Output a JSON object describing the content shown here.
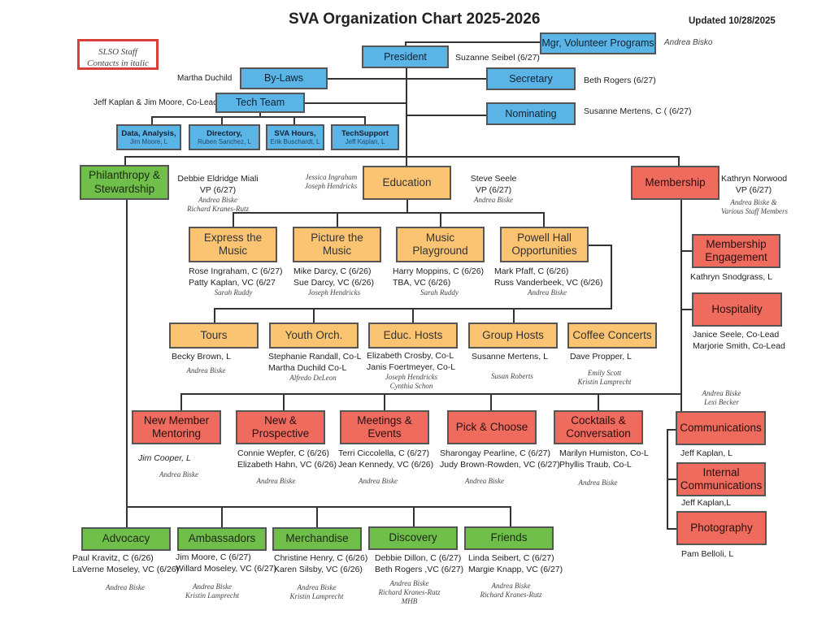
{
  "header": {
    "title": "SVA Organization Chart 2025-2026",
    "updated": "Updated 10/28/2025"
  },
  "legend": {
    "line1": "SLSO Staff",
    "line2": "Contacts in italic"
  },
  "colors": {
    "leadership": "#5ab4e6",
    "education": "#fbc473",
    "membership": "#ee6b5d",
    "philanthropy": "#6fbf4a",
    "legend_border": "#d9403a"
  },
  "leadership": {
    "president": {
      "label": "President",
      "person": "Suzanne Seibel (6/27)"
    },
    "mgr_volunteer": {
      "label": "Mgr, Volunteer Programs",
      "staff": "Andrea Bisko"
    },
    "bylaws": {
      "label": "By-Laws",
      "person": "Martha Duchild"
    },
    "secretary": {
      "label": "Secretary",
      "person": "Beth Rogers (6/27)"
    },
    "tech_team": {
      "label": "Tech Team",
      "person": "Jeff Kaplan & Jim Moore, Co-Leads"
    },
    "nominating": {
      "label": "Nominating",
      "person": "Susanne Mertens, C ( (6/27)"
    },
    "tech_subs": [
      {
        "label": "Data, Analysis,",
        "person": "Jim Moore, L"
      },
      {
        "label": "Directory,",
        "person": "Ruben Sanchez, L"
      },
      {
        "label": "SVA Hours,",
        "person": "Erik Buschardt, L"
      },
      {
        "label": "TechSupport",
        "person": "Jeff Kaplan, L"
      }
    ]
  },
  "philanthropy": {
    "label1": "Philanthropy &",
    "label2": "Stewardship",
    "person1": "Debbie Eldridge Miali",
    "person2": "VP (6/27)",
    "staff1": "Andrea Biske",
    "staff2": "Richard Kranes-Rutz",
    "committees": [
      {
        "label": "Advocacy",
        "people": [
          "Paul Kravitz, C (6/26)",
          "LaVerne Moseley, VC (6/26)"
        ],
        "staff": [
          "Andrea Biske"
        ]
      },
      {
        "label": "Ambassadors",
        "people": [
          "Jim Moore, C (6/27)",
          "Willard Moseley, VC (6/27)"
        ],
        "staff": [
          "Andrea Biske",
          "Kristin Lamprecht"
        ]
      },
      {
        "label": "Merchandise",
        "people": [
          "Christine Henry, C (6/26)",
          "Karen Silsby, VC (6/26)"
        ],
        "staff": [
          "Andrea Biske",
          "Kristin Lamprecht"
        ]
      },
      {
        "label": "Discovery",
        "people": [
          "Debbie Dillon, C (6/27)",
          "Beth Rogers ,VC (6/27)"
        ],
        "staff": [
          "Andrea Biske",
          "Richard Kranes-Rutz",
          "MHB"
        ]
      },
      {
        "label": "Friends",
        "people": [
          "Linda Seibert, C (6/27)",
          "Margie Knapp, VC (6/27)"
        ],
        "staff": [
          "Andrea Biske",
          "Richard Kranes-Rutz"
        ]
      }
    ]
  },
  "education": {
    "label": "Education",
    "staff_left1": "Jessica Ingraham",
    "staff_left2": "Joseph Hendricks",
    "person1": "Steve Seele",
    "person2": "VP (6/27)",
    "staff": "Andrea Biske",
    "programs": [
      {
        "label1": "Express the",
        "label2": "Music",
        "people": [
          "Rose Ingraham, C (6/27)",
          "Patty Kaplan, VC (6/27"
        ],
        "staff": "Sarah Ruddy"
      },
      {
        "label1": "Picture the",
        "label2": "Music",
        "people": [
          "Mike Darcy, C (6/26)",
          "Sue Darcy, VC (6/26)"
        ],
        "staff": "Joseph Hendricks"
      },
      {
        "label1": "Music",
        "label2": "Playground",
        "people": [
          "Harry Moppins, C (6/26)",
          "TBA, VC (6/26)"
        ],
        "staff": "Sarah Ruddy"
      },
      {
        "label1": "Powell Hall",
        "label2": "Opportunities",
        "people": [
          "Mark Pfaff, C (6/26)",
          "Russ Vanderbeek, VC (6/26)"
        ],
        "staff": "Andrea Biske"
      }
    ],
    "groups": [
      {
        "label": "Tours",
        "people": [
          "Becky Brown, L"
        ],
        "staff": [
          "Andrea Biske"
        ]
      },
      {
        "label": "Youth Orch.",
        "people": [
          "Stephanie Randall, Co-L",
          "Martha Duchild Co-L"
        ],
        "staff": [
          "Alfredo DeLeon"
        ]
      },
      {
        "label": "Educ. Hosts",
        "people": [
          "Elizabeth Crosby, Co-L",
          "Janis Foertmeyer, Co-L"
        ],
        "staff": [
          "Joseph Hendricks",
          "Cynthia Schon"
        ]
      },
      {
        "label": "Group Hosts",
        "people": [
          "Susanne Mertens, L"
        ],
        "staff": [
          "Susan Roberts"
        ]
      },
      {
        "label": "Coffee Concerts",
        "people": [
          "Dave Propper, L"
        ],
        "staff": [
          "Emily Scott",
          "Kristin Lamprecht"
        ]
      }
    ]
  },
  "membership": {
    "label": "Membership",
    "person1": "Kathryn Norwood",
    "person2": "VP (6/27)",
    "staff1": "Andrea Biske &",
    "staff2": "Various Staff Members",
    "side": [
      {
        "label1": "Membership",
        "label2": "Engagement",
        "people": [
          "Kathryn Snodgrass, L"
        ]
      },
      {
        "label1": "Hospitality",
        "label2": "",
        "people": [
          "Janice Seele, Co-Lead",
          "Marjorie Smith, Co-Lead"
        ]
      }
    ],
    "comm_staff": [
      "Andrea Biske",
      "Lexi Becker"
    ],
    "comms": [
      {
        "label1": "Communications",
        "label2": "",
        "people": [
          "Jeff Kaplan, L"
        ]
      },
      {
        "label1": "Internal",
        "label2": "Communications",
        "people": [
          "Jeff Kaplan,L"
        ]
      },
      {
        "label1": "Photography",
        "label2": "",
        "people": [
          "Pam Belloli, L"
        ]
      }
    ],
    "committees": [
      {
        "label1": "New Member",
        "label2": "Mentoring",
        "people": [
          "Jim Cooper,  L"
        ],
        "staff": "Andrea Biske"
      },
      {
        "label1": "New &",
        "label2": "Prospective",
        "people": [
          "Connie Wepfer, C (6/26)",
          "Elizabeth Hahn, VC (6/26)"
        ],
        "staff": "Andrea Biske"
      },
      {
        "label1": "Meetings &",
        "label2": "Events",
        "people": [
          "Terri Ciccolella, C (6/27)",
          "Jean Kennedy, VC (6/26)"
        ],
        "staff": "Andrea Biske"
      },
      {
        "label1": "Pick & Choose",
        "label2": "",
        "people": [
          "Sharongay Pearline, C (6/27)",
          "Judy Brown-Rowden, VC (6/27)"
        ],
        "staff": "Andrea Biske"
      },
      {
        "label1": "Cocktails &",
        "label2": "Conversation",
        "people": [
          "Marilyn Humiston, Co-L",
          "Phyllis Traub, Co-L"
        ],
        "staff": "Andrea Biske"
      }
    ]
  }
}
